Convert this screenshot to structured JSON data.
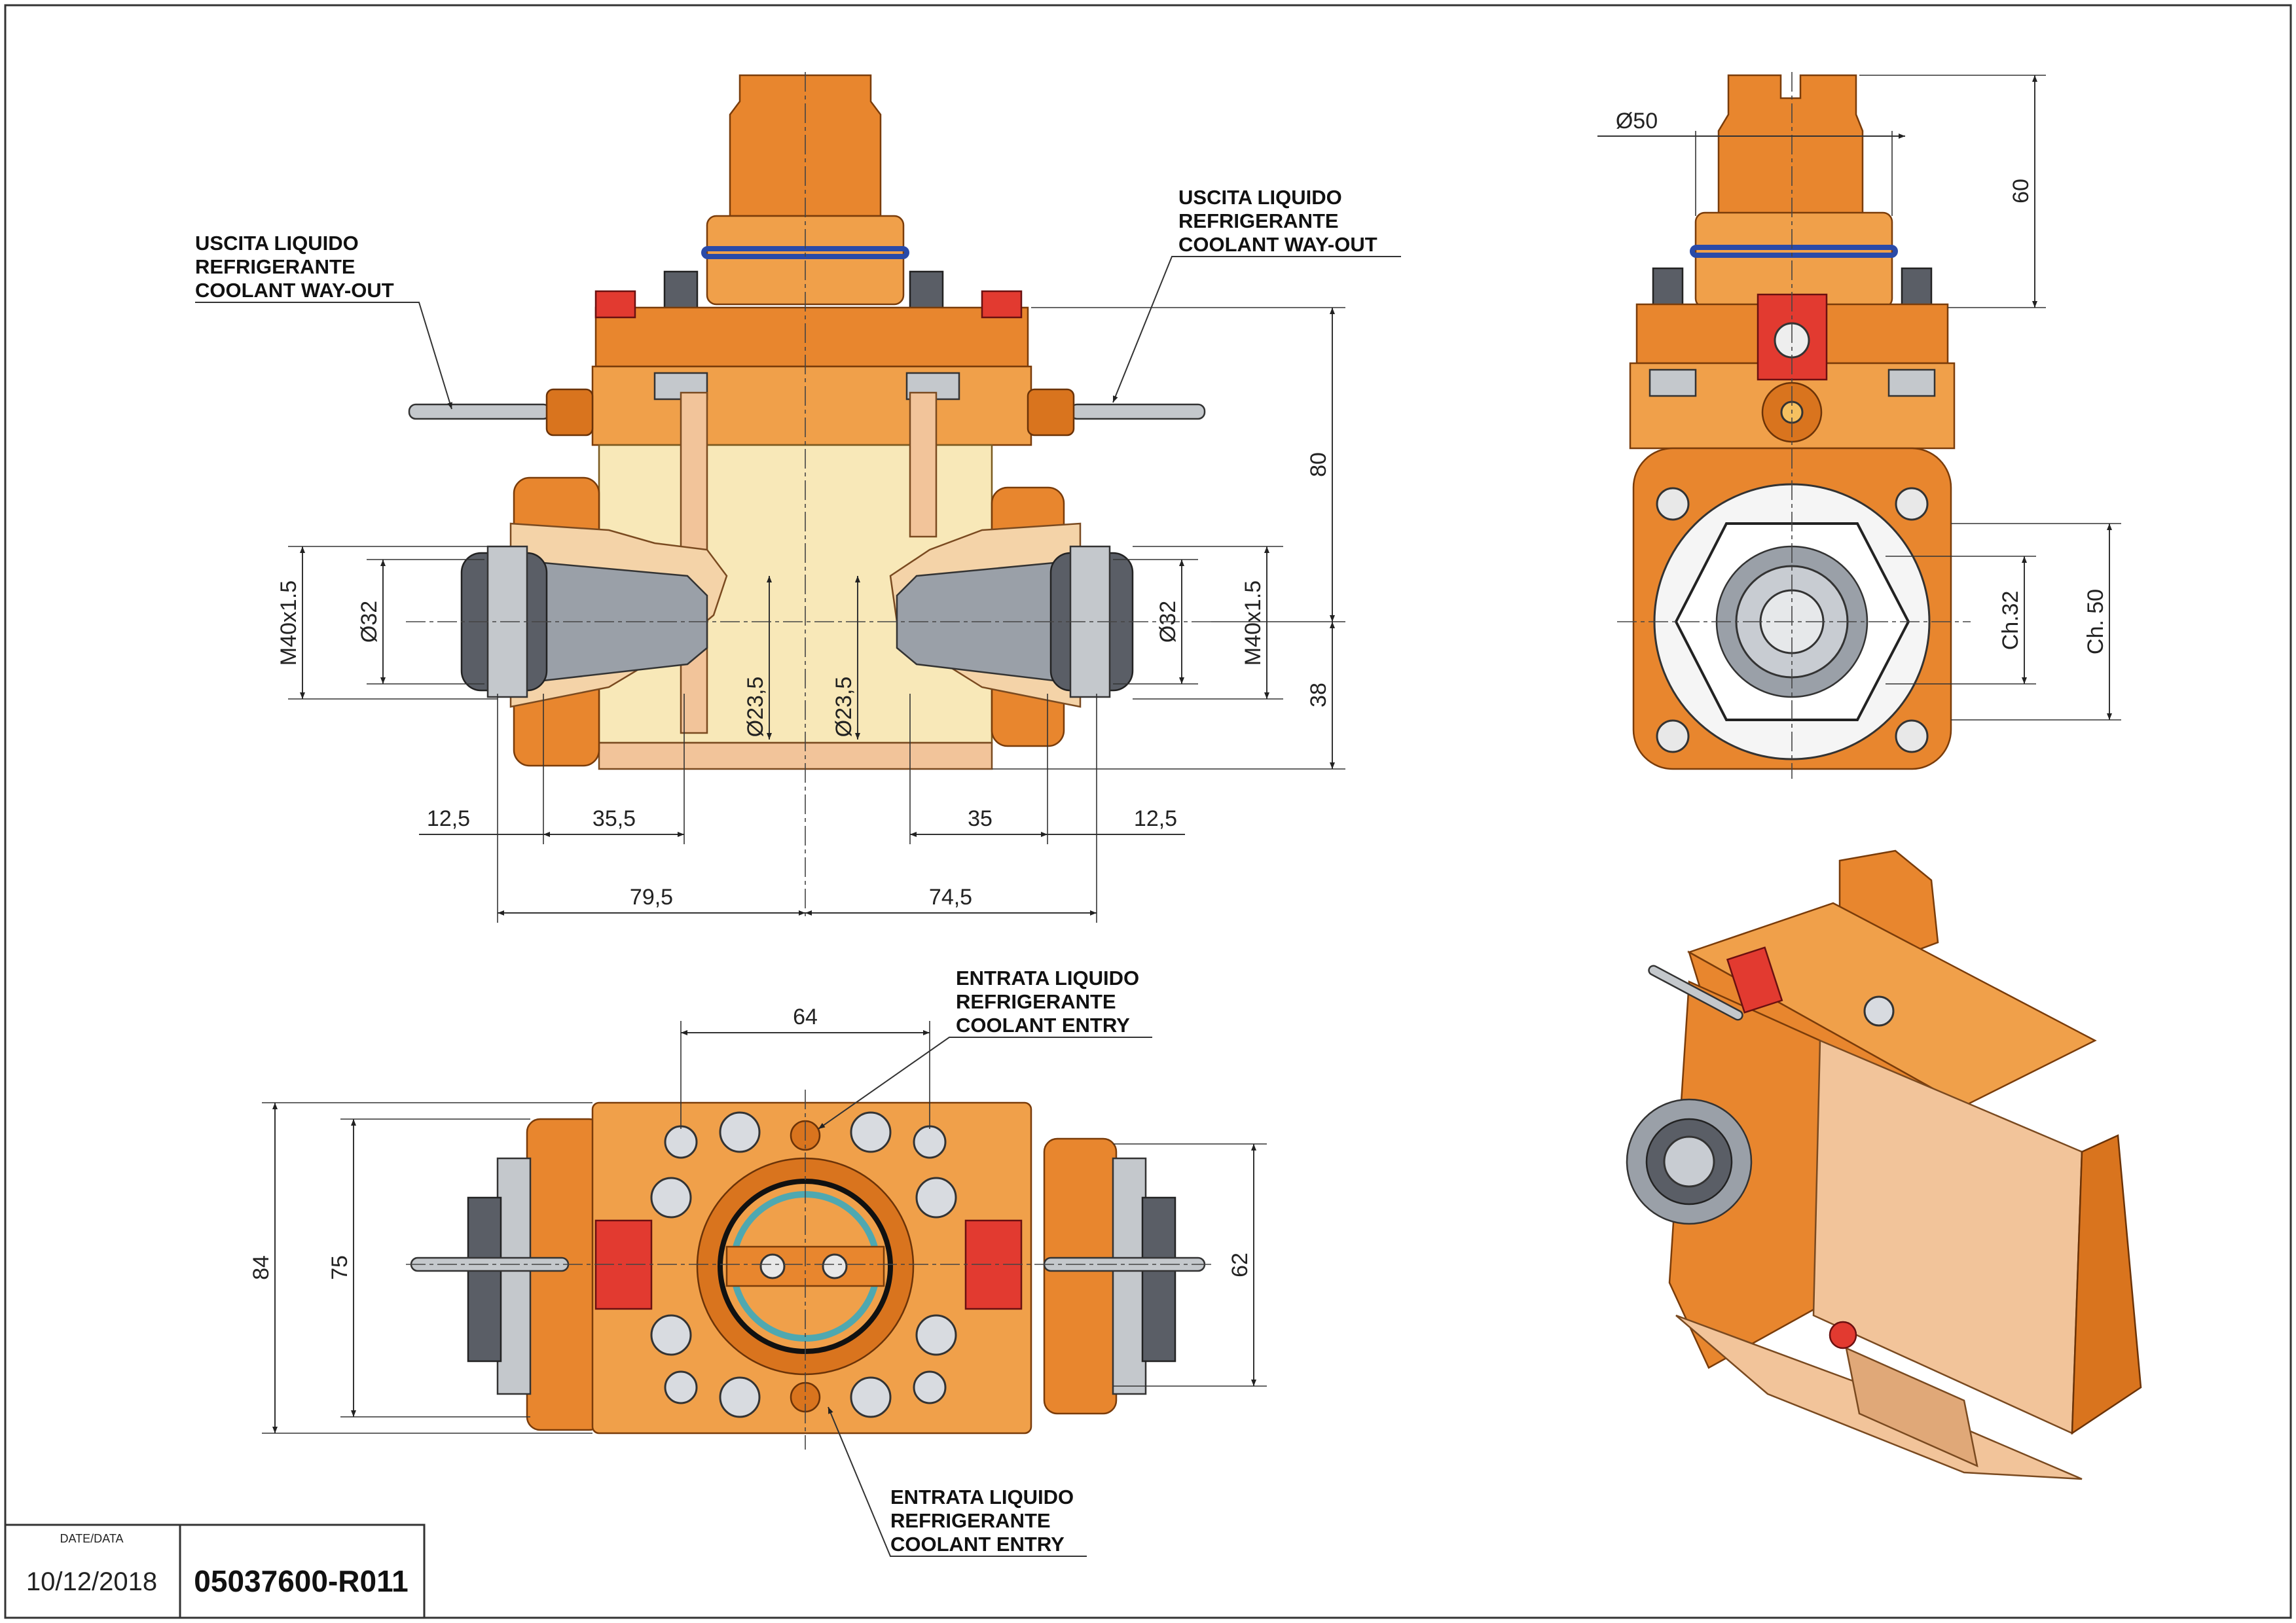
{
  "front_view": {
    "callout_left": [
      "USCITA LIQUIDO",
      "REFRIGERANTE",
      "COOLANT WAY-OUT"
    ],
    "callout_right": [
      "USCITA LIQUIDO",
      "REFRIGERANTE",
      "COOLANT WAY-OUT"
    ],
    "dims": {
      "m40_left": "M40x1.5",
      "d32_left": "Ø32",
      "d235_left": "Ø23,5",
      "d235_right": "Ø23,5",
      "d32_right": "Ø32",
      "m40_right": "M40x1.5",
      "h80": "80",
      "h38": "38",
      "w125_left": "12,5",
      "w355": "35,5",
      "w35": "35",
      "w125_right": "12,5",
      "w795": "79,5",
      "w745": "74,5"
    }
  },
  "side_view": {
    "dims": {
      "d50": "Ø50",
      "h60": "60",
      "ch32": "Ch.32",
      "ch50": "Ch. 50"
    }
  },
  "top_view": {
    "callout_top": [
      "ENTRATA LIQUIDO",
      "REFRIGERANTE",
      "COOLANT ENTRY"
    ],
    "callout_bottom": [
      "ENTRATA LIQUIDO",
      "REFRIGERANTE",
      "COOLANT ENTRY"
    ],
    "dims": {
      "w64": "64",
      "h84": "84",
      "h75": "75",
      "h62": "62"
    }
  },
  "title_block": {
    "date_label": "DATE/DATA",
    "date": "10/12/2018",
    "code": "05037600-R011"
  }
}
